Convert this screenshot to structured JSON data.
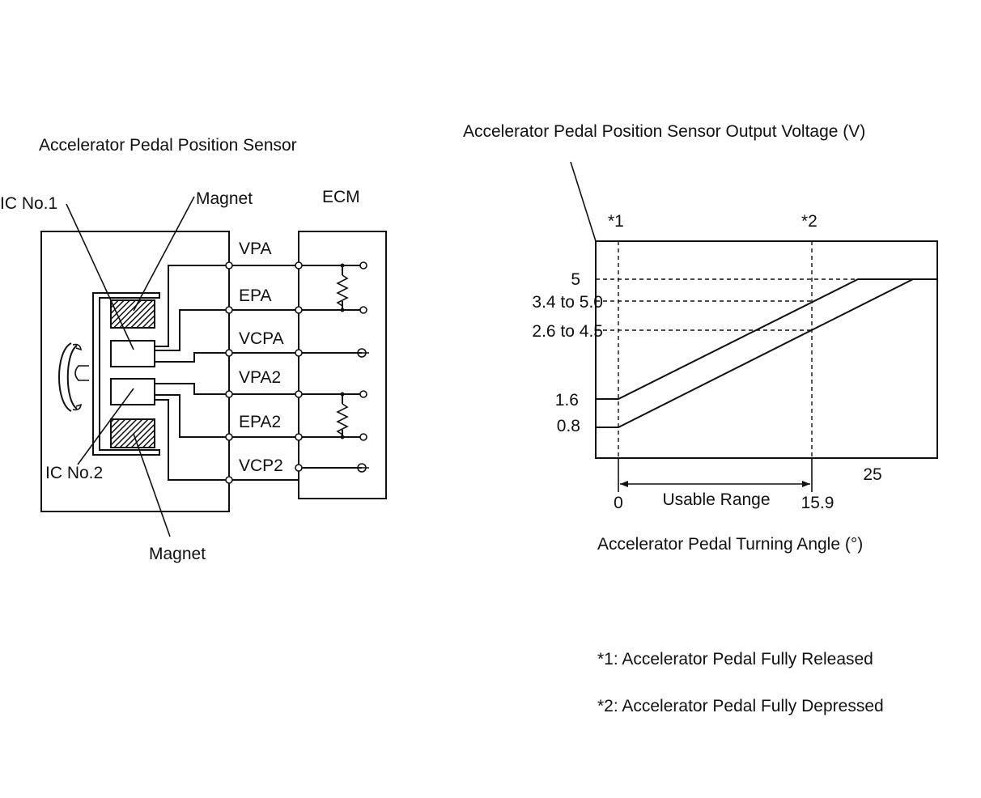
{
  "circuit": {
    "title": "Accelerator Pedal Position Sensor",
    "ecm_label": "ECM",
    "ic1_label": "IC No.1",
    "ic2_label": "IC No.2",
    "magnet_top_label": "Magnet",
    "magnet_bottom_label": "Magnet",
    "terminals": [
      "VPA",
      "EPA",
      "VCPA",
      "VPA2",
      "EPA2",
      "VCP2"
    ]
  },
  "graph": {
    "ylabel": "Accelerator Pedal Position Sensor Output Voltage (V)",
    "xlabel": "Accelerator Pedal Turning Angle (°)",
    "marker1": "*1",
    "marker2": "*2",
    "y_ticks": [
      "5",
      "3.4 to 5.0",
      "2.6 to 4.5",
      "1.6",
      "0.8"
    ],
    "x_ticks": [
      "0",
      "15.9",
      "25"
    ],
    "usable_range_label": "Usable Range"
  },
  "notes": {
    "note1": "*1: Accelerator Pedal Fully Released",
    "note2": "*2: Accelerator Pedal Fully Depressed"
  }
}
